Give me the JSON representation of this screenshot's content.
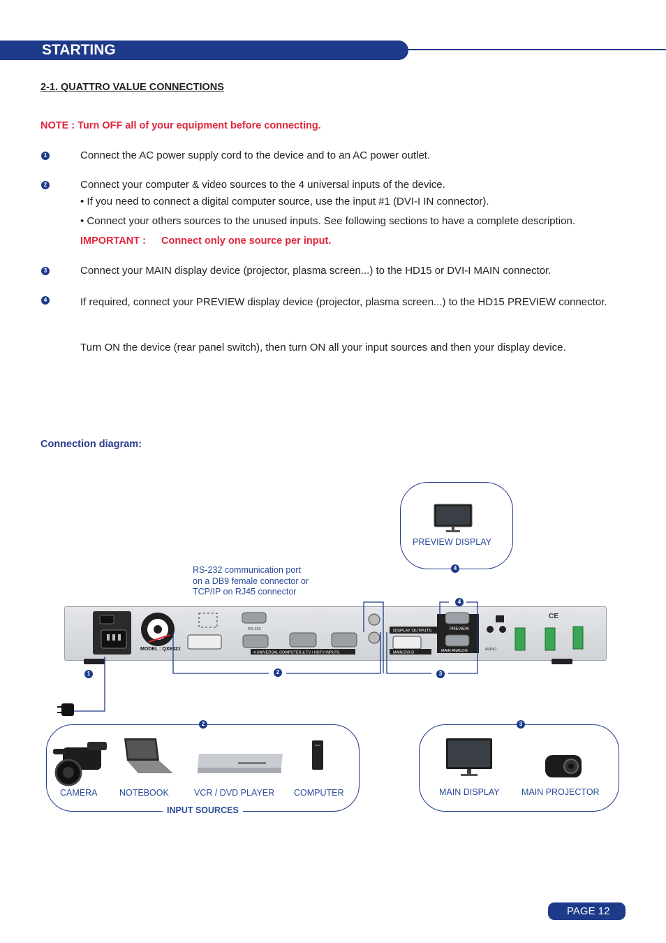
{
  "header": {
    "title": "STARTING"
  },
  "section": {
    "title": "2-1. QUATTRO VALUE CONNECTIONS"
  },
  "note": "NOTE : Turn OFF all of your equipment before connecting.",
  "steps": {
    "s1": {
      "num": "1",
      "text": "Connect the AC power supply cord to the device and to an AC power outlet."
    },
    "s2": {
      "num": "2",
      "text": "Connect your computer & video sources to the 4 universal inputs of the device.",
      "bullet1": "• If you need to connect a digital computer source, use the input #1 (DVI-I IN connector).",
      "bullet2": "• Connect your others sources to the unused inputs. See following sections to have a complete description.",
      "important_label": "IMPORTANT :",
      "important_text": "Connect only one source per input."
    },
    "s3": {
      "num": "3",
      "text": "Connect your MAIN display device (projector, plasma screen...) to the HD15 or DVI-I MAIN connector."
    },
    "s4": {
      "num": "4",
      "text": "If required, connect your PREVIEW display device (projector, plasma screen...) to the HD15 PREVIEW connector."
    },
    "final": "Turn ON the device (rear panel switch), then turn ON all your input sources and then your display device."
  },
  "diagram": {
    "title": "Connection diagram:",
    "preview_display": "PREVIEW DISPLAY",
    "rs232_note": [
      "RS-232 communication port",
      "on a DB9 female connector or",
      "TCP/IP on RJ45 connector"
    ],
    "rear_panel": {
      "model": "MODEL : QXE421",
      "inputs_caption": "4 UNIVERSAL COMPUTER & TV / HDTV INPUTS",
      "display_outputs": "DISPLAY OUTPUTS",
      "preview": "PREVIEW",
      "main_dvi": "MAIN DVI-D",
      "main_analog": "MAIN ANALOG",
      "rs232": "RS-232",
      "audio": "AUDIO"
    },
    "markers": [
      "1",
      "2",
      "3",
      "4"
    ],
    "input_sources": {
      "title": "INPUT SOURCES",
      "items": [
        "CAMERA",
        "NOTEBOOK",
        "VCR / DVD PLAYER",
        "COMPUTER"
      ]
    },
    "outputs": {
      "items": [
        "MAIN DISPLAY",
        "MAIN PROJECTOR"
      ]
    }
  },
  "footer": {
    "page": "PAGE 12"
  },
  "colors": {
    "brand": "#1e3a8a",
    "alert": "#e0263c",
    "caption": "#2a4a9a"
  }
}
